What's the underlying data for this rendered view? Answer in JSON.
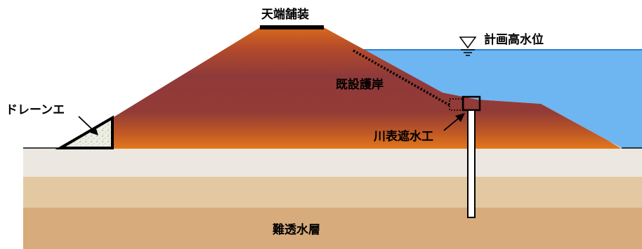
{
  "labels": {
    "crest_pavement": "天端舗装",
    "design_water_level": "計画高水位",
    "existing_revetment": "既設護岸",
    "drain": "ドレーンエ",
    "cutoff": "川表遮水工",
    "impermeable_layer": "難透水層"
  },
  "colors": {
    "water": "#6db6f1",
    "water_line": "#2f7fd0",
    "embankment_core": "#8f3a3a",
    "embankment_edge": "#e0741c",
    "layer_top": "#ebe6df",
    "layer_middle": "#e2c8a0",
    "layer_bottom": "#d5a779",
    "drain_fill": "#e9ede0"
  }
}
